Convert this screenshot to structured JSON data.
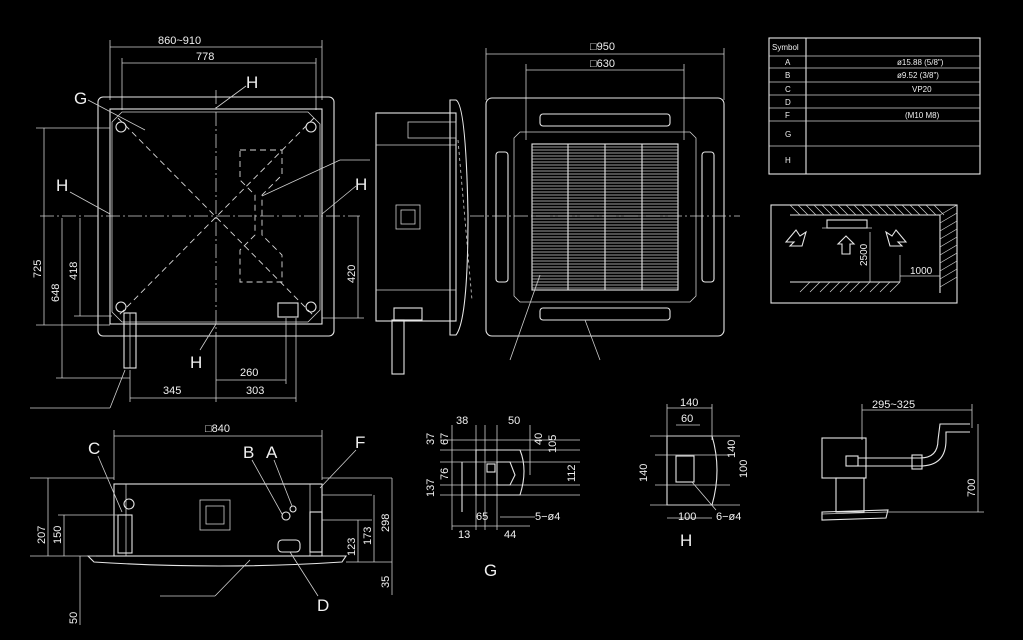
{
  "top_view": {
    "dim_width": "860~910",
    "dim_inner": "778",
    "dim_height": "725",
    "dim_left_418": "418",
    "dim_left_648": "648",
    "dim_right_420": "420",
    "dim_345": "345",
    "dim_303": "303",
    "dim_260": "260",
    "label_g": "G",
    "label_h_top": "H",
    "label_h_left": "H",
    "label_h_right": "H",
    "label_h_bottom": "H"
  },
  "panel_view": {
    "dim_outer": "□950",
    "dim_inner": "□630"
  },
  "spec_table": {
    "header": "Symbol",
    "rows": [
      {
        "symbol": "A",
        "value": "ø15.88 (5/8\")"
      },
      {
        "symbol": "B",
        "value": "ø9.52 (3/8\")"
      },
      {
        "symbol": "C",
        "value": "VP20"
      },
      {
        "symbol": "D",
        "value": ""
      },
      {
        "symbol": "F",
        "value": "(M10    M8)"
      },
      {
        "symbol": "G",
        "value": ""
      },
      {
        "symbol": "H",
        "value": ""
      }
    ]
  },
  "room_diagram": {
    "dim_height": "2500",
    "dim_width": "1000"
  },
  "front_view": {
    "dim_width": "□840",
    "dim_207": "207",
    "dim_150": "150",
    "dim_50": "50",
    "dim_298": "298",
    "dim_173": "173",
    "dim_123": "123",
    "dim_35": "35",
    "label_c": "C",
    "label_b": "B",
    "label_a": "A",
    "label_f": "F",
    "label_d": "D"
  },
  "detail_g": {
    "dim_38": "38",
    "dim_50": "50",
    "dim_37": "37",
    "dim_67": "67",
    "dim_40": "40",
    "dim_105": "105",
    "dim_137": "137",
    "dim_76": "76",
    "dim_112": "112",
    "dim_65": "65",
    "dim_holes": "5−ø4",
    "dim_13": "13",
    "dim_44": "44",
    "title": "G"
  },
  "detail_h": {
    "dim_140_top": "140",
    "dim_60": "60",
    "dim_140_right": "140",
    "dim_140_left": "140",
    "dim_100_right": "100",
    "dim_100_bottom": "100",
    "dim_holes": "6−ø4",
    "title": "H"
  },
  "hanger_detail": {
    "dim_width": "295~325",
    "dim_height": "700"
  }
}
